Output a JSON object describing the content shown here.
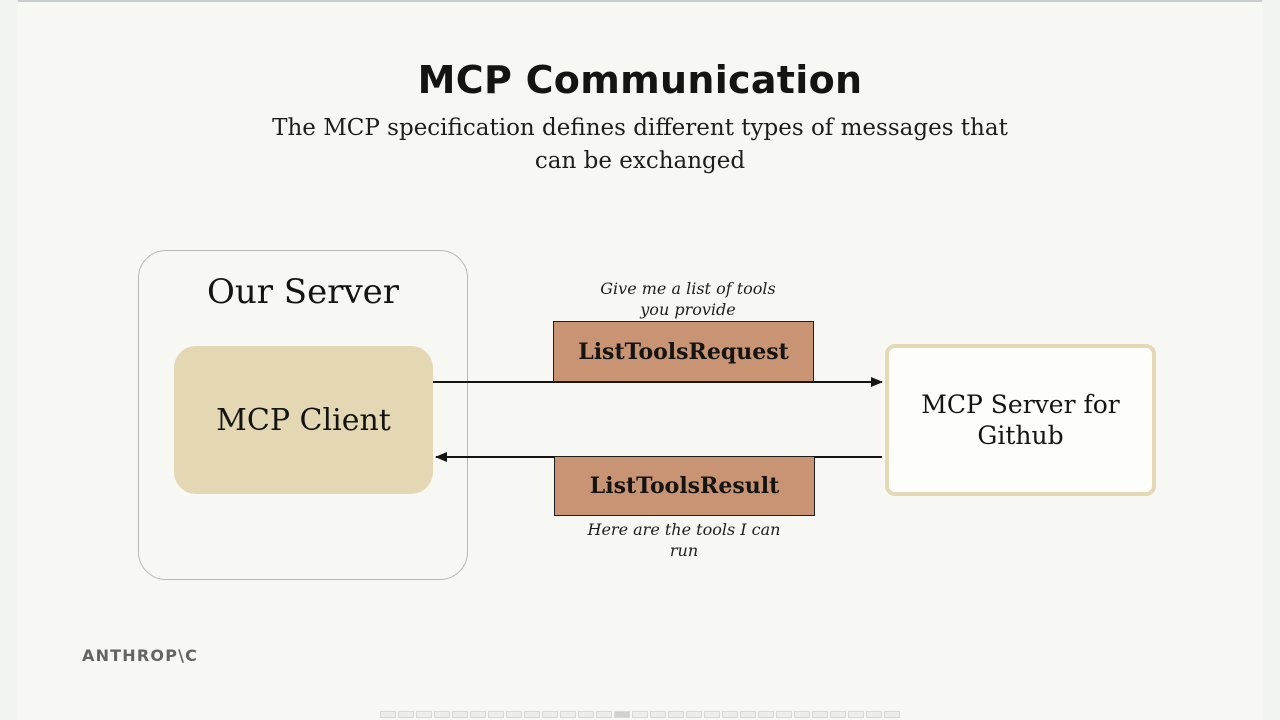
{
  "slide": {
    "title": "MCP Communication",
    "subtitle": "The MCP specification defines different types of messages that can be exchanged"
  },
  "diagram": {
    "our_server_label": "Our Server",
    "client_label": "MCP Client",
    "remote_server_label": "MCP Server for Github",
    "request": {
      "label": "ListToolsRequest",
      "note": "Give me a list of tools you provide"
    },
    "result": {
      "label": "ListToolsResult",
      "note": "Here are the tools I can run"
    },
    "colors": {
      "client_fill": "#e3d7b4",
      "message_fill": "#c99474",
      "server_border": "#e5d8b6"
    }
  },
  "footer": {
    "logo": "ANTHROP\\C"
  }
}
